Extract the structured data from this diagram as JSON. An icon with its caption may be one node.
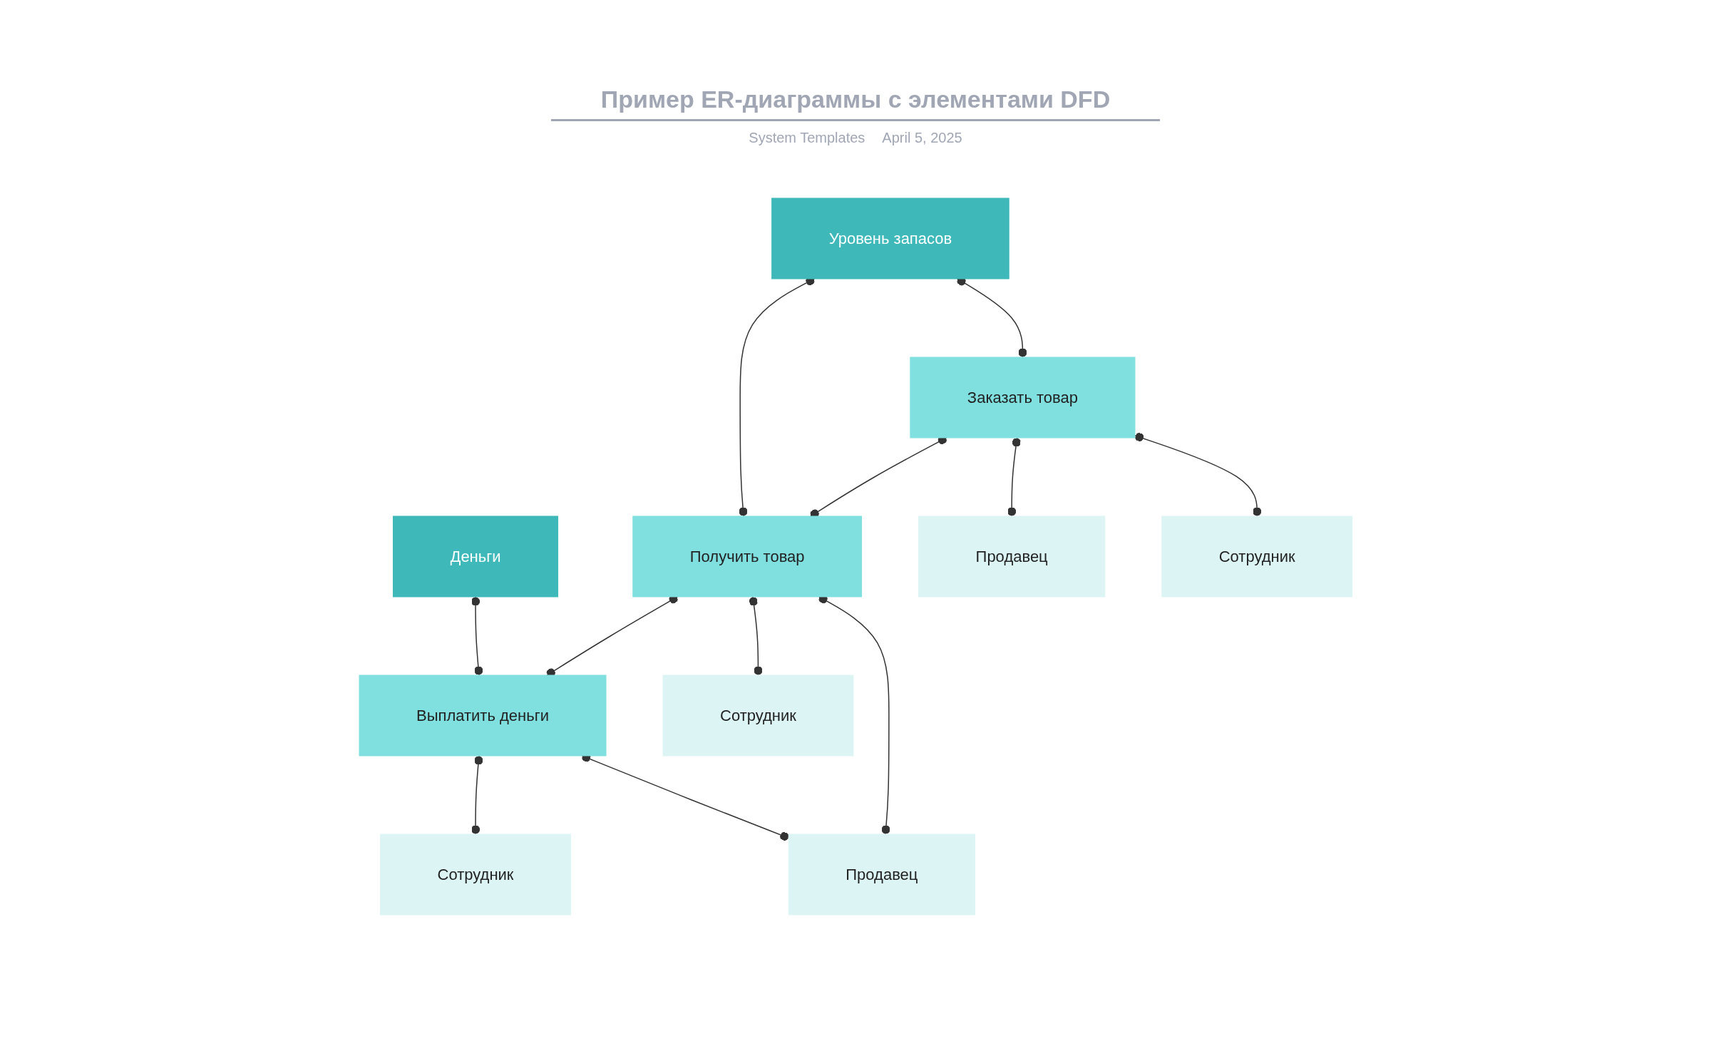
{
  "diagram": {
    "title": "Пример ER-диаграммы с элементами DFD",
    "nodes": [
      {
        "text": [
          "Деньги"
        ]
      },
      {
        "text": [
          "Уровень запасов"
        ]
      },
      {
        "text": [
          "Выплатить деньги"
        ]
      },
      {
        "text": [
          "Получить товар"
        ]
      },
      {
        "text": [
          "Заказать товар"
        ]
      },
      {
        "text": [
          "Сотрудник"
        ]
      },
      {
        "text": [
          "Продавец"
        ]
      },
      {
        "text": [
          "Сотрудник"
        ]
      },
      {
        "text": [
          "Продавец"
        ]
      },
      {
        "text": [
          "Сотрудник"
        ]
      }
    ],
    "edges": [
      {
        "from": 0,
        "to": 2,
        "arrow": "other"
      },
      {
        "from": 1,
        "to": 3,
        "arrow": "other"
      },
      {
        "from": 1,
        "to": 4,
        "arrow": "other"
      },
      {
        "from": 3,
        "to": 2,
        "arrow": "other"
      },
      {
        "from": 4,
        "to": 3,
        "arrow": "other"
      },
      {
        "from": 2,
        "to": 5,
        "arrow": "other"
      },
      {
        "from": 2,
        "to": 6,
        "arrow": "other"
      },
      {
        "from": 3,
        "to": 6,
        "arrow": "other"
      },
      {
        "from": 3,
        "to": 7,
        "arrow": "other"
      },
      {
        "from": 4,
        "to": 8,
        "arrow": "other"
      },
      {
        "from": 4,
        "to": 9,
        "arrow": "other"
      }
    ],
    "labels": [
      "System Templates",
      "April 5, 2025"
    ]
  }
}
